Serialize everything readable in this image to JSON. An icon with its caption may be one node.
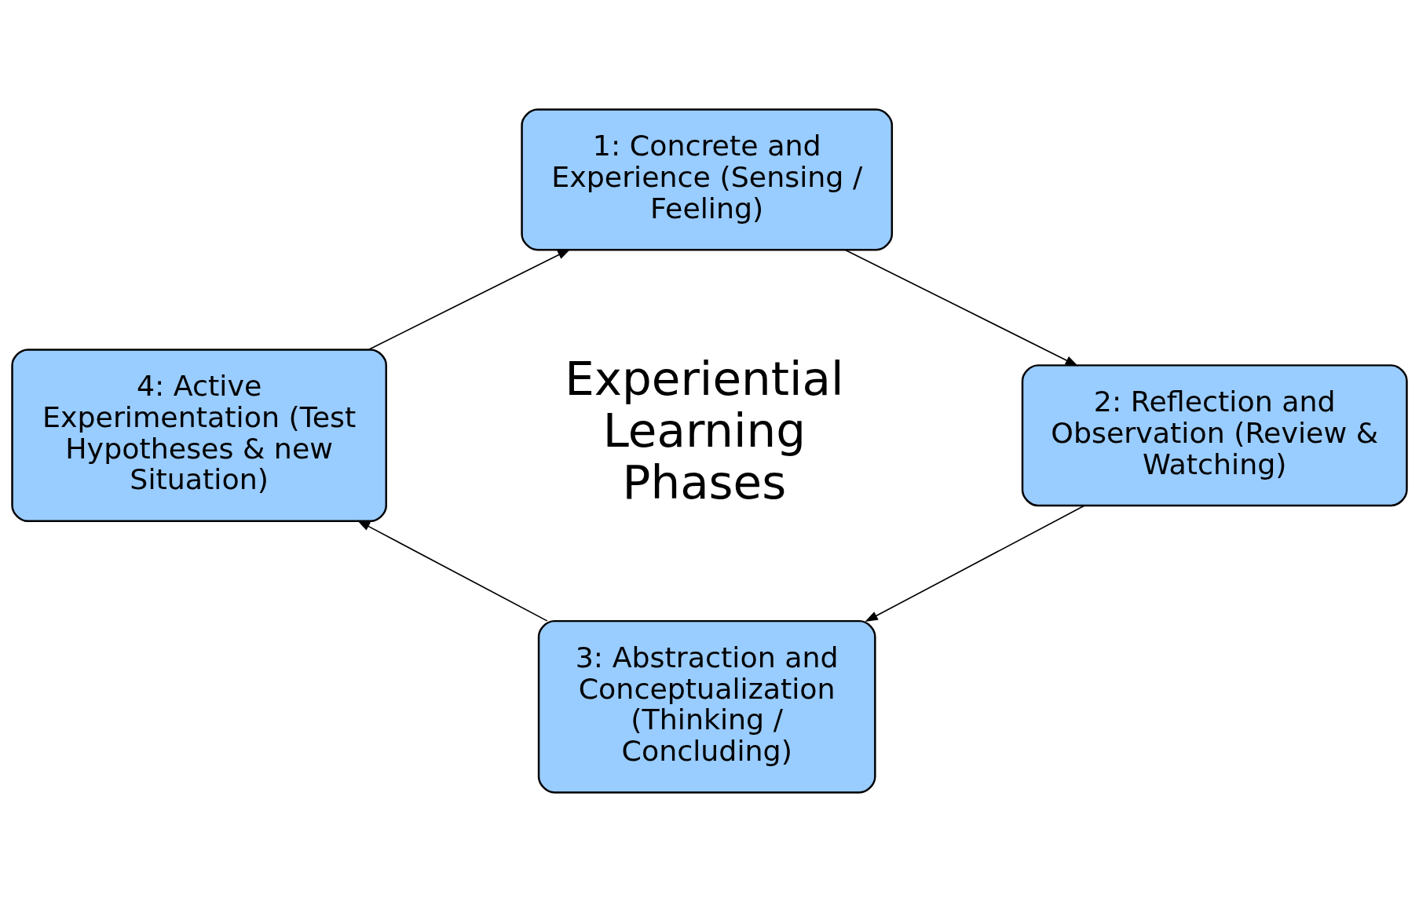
{
  "diagram": {
    "nodes": [
      {
        "text": [
          "1: Concrete and Experience (Sensing / Feeling)"
        ]
      },
      {
        "text": [
          "2: Reflection and Observation (Review & Watching)"
        ]
      },
      {
        "text": [
          "3: Abstraction and Conceptualization (Thinking / Concluding)"
        ]
      },
      {
        "text": [
          "4: Active Experimentation (Test Hypotheses & new Situation)"
        ]
      }
    ],
    "edges": [
      {
        "from": 0,
        "to": 1,
        "arrow": "to"
      },
      {
        "from": 1,
        "to": 2,
        "arrow": "to"
      },
      {
        "from": 2,
        "to": 3,
        "arrow": "to"
      },
      {
        "from": 3,
        "to": 0,
        "arrow": "to"
      }
    ],
    "labels": [
      "Experiential Learning Phases"
    ]
  }
}
